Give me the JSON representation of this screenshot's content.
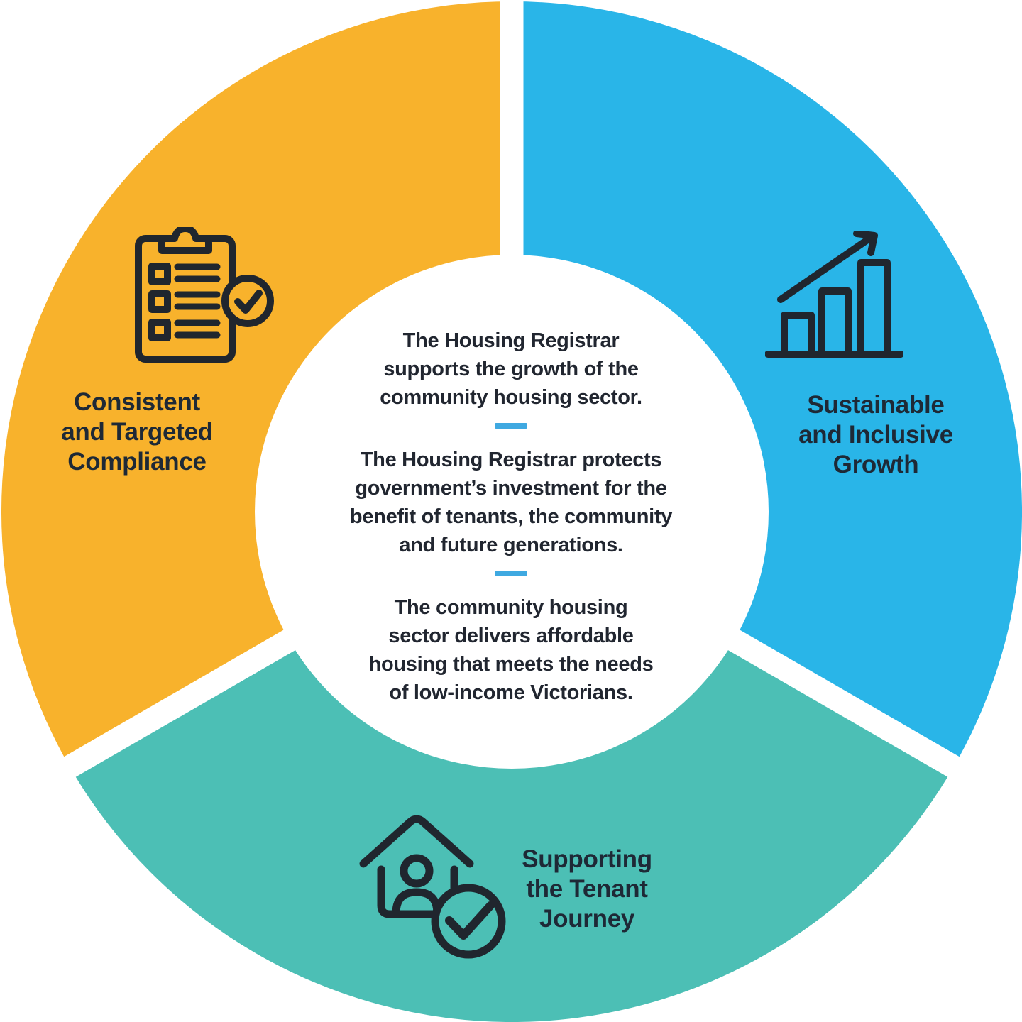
{
  "diagram": {
    "segments": [
      {
        "name": "compliance",
        "label_lines": [
          "Consistent",
          "and Targeted",
          "Compliance"
        ],
        "color": "#F8B22C",
        "icon": "clipboard-checklist-icon"
      },
      {
        "name": "growth",
        "label_lines": [
          "Sustainable",
          "and Inclusive",
          "Growth"
        ],
        "color": "#29B5E8",
        "icon": "bar-chart-growth-icon"
      },
      {
        "name": "tenant-journey",
        "label_lines": [
          "Supporting",
          "the Tenant",
          "Journey"
        ],
        "color": "#4CBFB5",
        "icon": "house-tenant-check-icon"
      }
    ],
    "center_statements": [
      {
        "lines": [
          "The Housing Registrar",
          "supports the growth of the",
          "community housing sector."
        ]
      },
      {
        "lines": [
          "The Housing Registrar protects",
          "government’s investment for the",
          "benefit of tenants, the community",
          "and future generations."
        ]
      },
      {
        "lines": [
          "The community housing",
          "sector delivers affordable",
          "housing that meets the needs",
          "of low-income Victorians."
        ]
      }
    ],
    "colors": {
      "ink": "#20262E",
      "label_text": "#1E2936",
      "center_text": "#212630",
      "separator_dash": "#3FA9E1",
      "background": "#FFFFFF"
    }
  }
}
